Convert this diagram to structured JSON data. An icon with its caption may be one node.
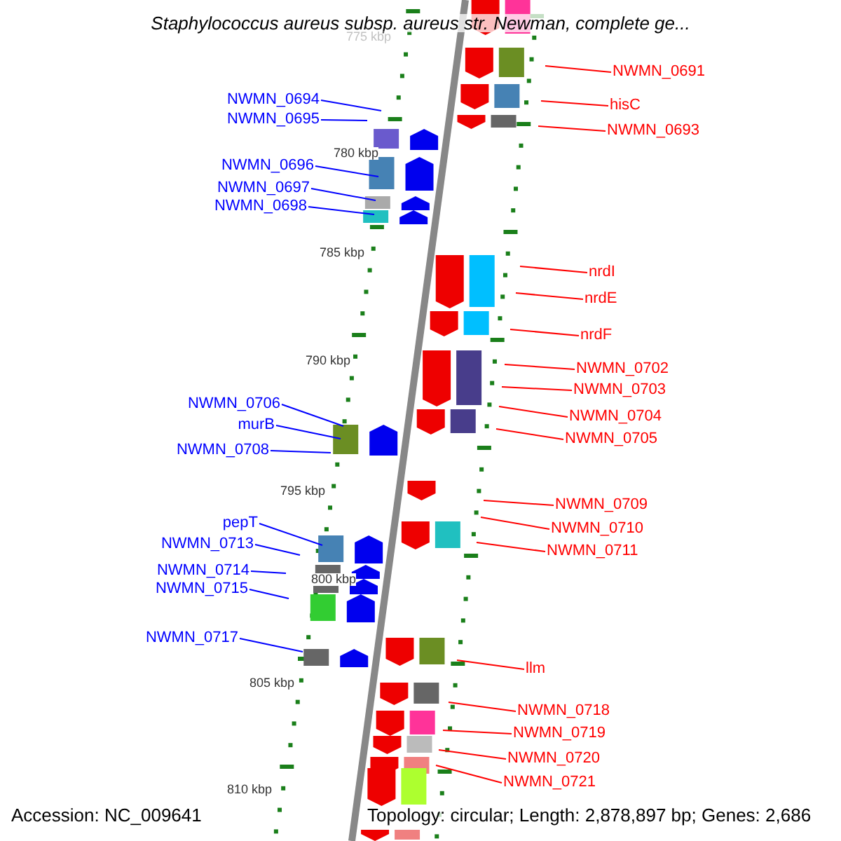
{
  "diagram": {
    "title": "Staphylococcus aureus subsp. aureus str. Newman, complete ge...",
    "nodes": [
      {
        "text": [
          "NWMN_0691"
        ]
      },
      {
        "text": [
          "hisC"
        ]
      },
      {
        "text": [
          "NWMN_0694"
        ]
      },
      {
        "text": [
          "NWMN_0695"
        ]
      },
      {
        "text": [
          "NWMN_0693"
        ]
      },
      {
        "text": [
          "NWMN_0696"
        ]
      },
      {
        "text": [
          "NWMN_0697"
        ]
      },
      {
        "text": [
          "NWMN_0698"
        ]
      },
      {
        "text": [
          "nrdI"
        ]
      },
      {
        "text": [
          "nrdE"
        ]
      },
      {
        "text": [
          "nrdF"
        ]
      },
      {
        "text": [
          "NWMN_0702"
        ]
      },
      {
        "text": [
          "NWMN_0703"
        ]
      },
      {
        "text": [
          "NWMN_0706"
        ]
      },
      {
        "text": [
          "NWMN_0704"
        ]
      },
      {
        "text": [
          "murB"
        ]
      },
      {
        "text": [
          "NWMN_0705"
        ]
      },
      {
        "text": [
          "NWMN_0708"
        ]
      },
      {
        "text": [
          "NWMN_0709"
        ]
      },
      {
        "text": [
          "pepT"
        ]
      },
      {
        "text": [
          "NWMN_0710"
        ]
      },
      {
        "text": [
          "NWMN_0713"
        ]
      },
      {
        "text": [
          "NWMN_0711"
        ]
      },
      {
        "text": [
          "NWMN_0714"
        ]
      },
      {
        "text": [
          "NWMN_0715"
        ]
      },
      {
        "text": [
          "NWMN_0717"
        ]
      },
      {
        "text": [
          "llm"
        ]
      },
      {
        "text": [
          "NWMN_0718"
        ]
      },
      {
        "text": [
          "NWMN_0719"
        ]
      },
      {
        "text": [
          "NWMN_0720"
        ]
      },
      {
        "text": [
          "NWMN_0721"
        ]
      }
    ],
    "edges": [
      {
        "from": 0,
        "to": null,
        "arrow": "none",
        "color": "#ff0000"
      },
      {
        "from": 1,
        "to": null,
        "arrow": "none",
        "color": "#ff0000"
      },
      {
        "from": 2,
        "to": null,
        "arrow": "none",
        "color": "#0000ff"
      },
      {
        "from": 3,
        "to": null,
        "arrow": "none",
        "color": "#0000ff"
      },
      {
        "from": 4,
        "to": null,
        "arrow": "none",
        "color": "#ff0000"
      },
      {
        "from": 5,
        "to": null,
        "arrow": "none",
        "color": "#0000ff"
      },
      {
        "from": 6,
        "to": null,
        "arrow": "none",
        "color": "#0000ff"
      },
      {
        "from": 7,
        "to": null,
        "arrow": "none",
        "color": "#0000ff"
      },
      {
        "from": 8,
        "to": null,
        "arrow": "none",
        "color": "#ff0000"
      },
      {
        "from": 9,
        "to": null,
        "arrow": "none",
        "color": "#ff0000"
      },
      {
        "from": 10,
        "to": null,
        "arrow": "none",
        "color": "#ff0000"
      },
      {
        "from": 11,
        "to": null,
        "arrow": "none",
        "color": "#ff0000"
      },
      {
        "from": 12,
        "to": null,
        "arrow": "none",
        "color": "#ff0000"
      },
      {
        "from": 13,
        "to": null,
        "arrow": "none",
        "color": "#0000ff"
      },
      {
        "from": 14,
        "to": null,
        "arrow": "none",
        "color": "#ff0000"
      },
      {
        "from": 15,
        "to": null,
        "arrow": "none",
        "color": "#0000ff"
      },
      {
        "from": 16,
        "to": null,
        "arrow": "none",
        "color": "#ff0000"
      },
      {
        "from": 17,
        "to": null,
        "arrow": "none",
        "color": "#0000ff"
      },
      {
        "from": 18,
        "to": null,
        "arrow": "none",
        "color": "#ff0000"
      },
      {
        "from": 19,
        "to": null,
        "arrow": "none",
        "color": "#0000ff"
      },
      {
        "from": 20,
        "to": null,
        "arrow": "none",
        "color": "#ff0000"
      },
      {
        "from": 21,
        "to": null,
        "arrow": "none",
        "color": "#0000ff"
      },
      {
        "from": 22,
        "to": null,
        "arrow": "none",
        "color": "#ff0000"
      },
      {
        "from": 23,
        "to": null,
        "arrow": "none",
        "color": "#0000ff"
      },
      {
        "from": 24,
        "to": null,
        "arrow": "none",
        "color": "#0000ff"
      },
      {
        "from": 25,
        "to": null,
        "arrow": "none",
        "color": "#0000ff"
      },
      {
        "from": 26,
        "to": null,
        "arrow": "none",
        "color": "#ff0000"
      },
      {
        "from": 27,
        "to": null,
        "arrow": "none",
        "color": "#ff0000"
      },
      {
        "from": 28,
        "to": null,
        "arrow": "none",
        "color": "#ff0000"
      },
      {
        "from": 29,
        "to": null,
        "arrow": "none",
        "color": "#ff0000"
      },
      {
        "from": 30,
        "to": null,
        "arrow": "none",
        "color": "#ff0000"
      }
    ],
    "labels": [
      "775 kbp",
      "780 kbp",
      "785 kbp",
      "790 kbp",
      "795 kbp",
      "800 kbp",
      "805 kbp",
      "810 kbp",
      "Accession: NC_009641",
      "Topology: circular; Length: 2,878,897 bp; Genes: 2,686"
    ]
  }
}
